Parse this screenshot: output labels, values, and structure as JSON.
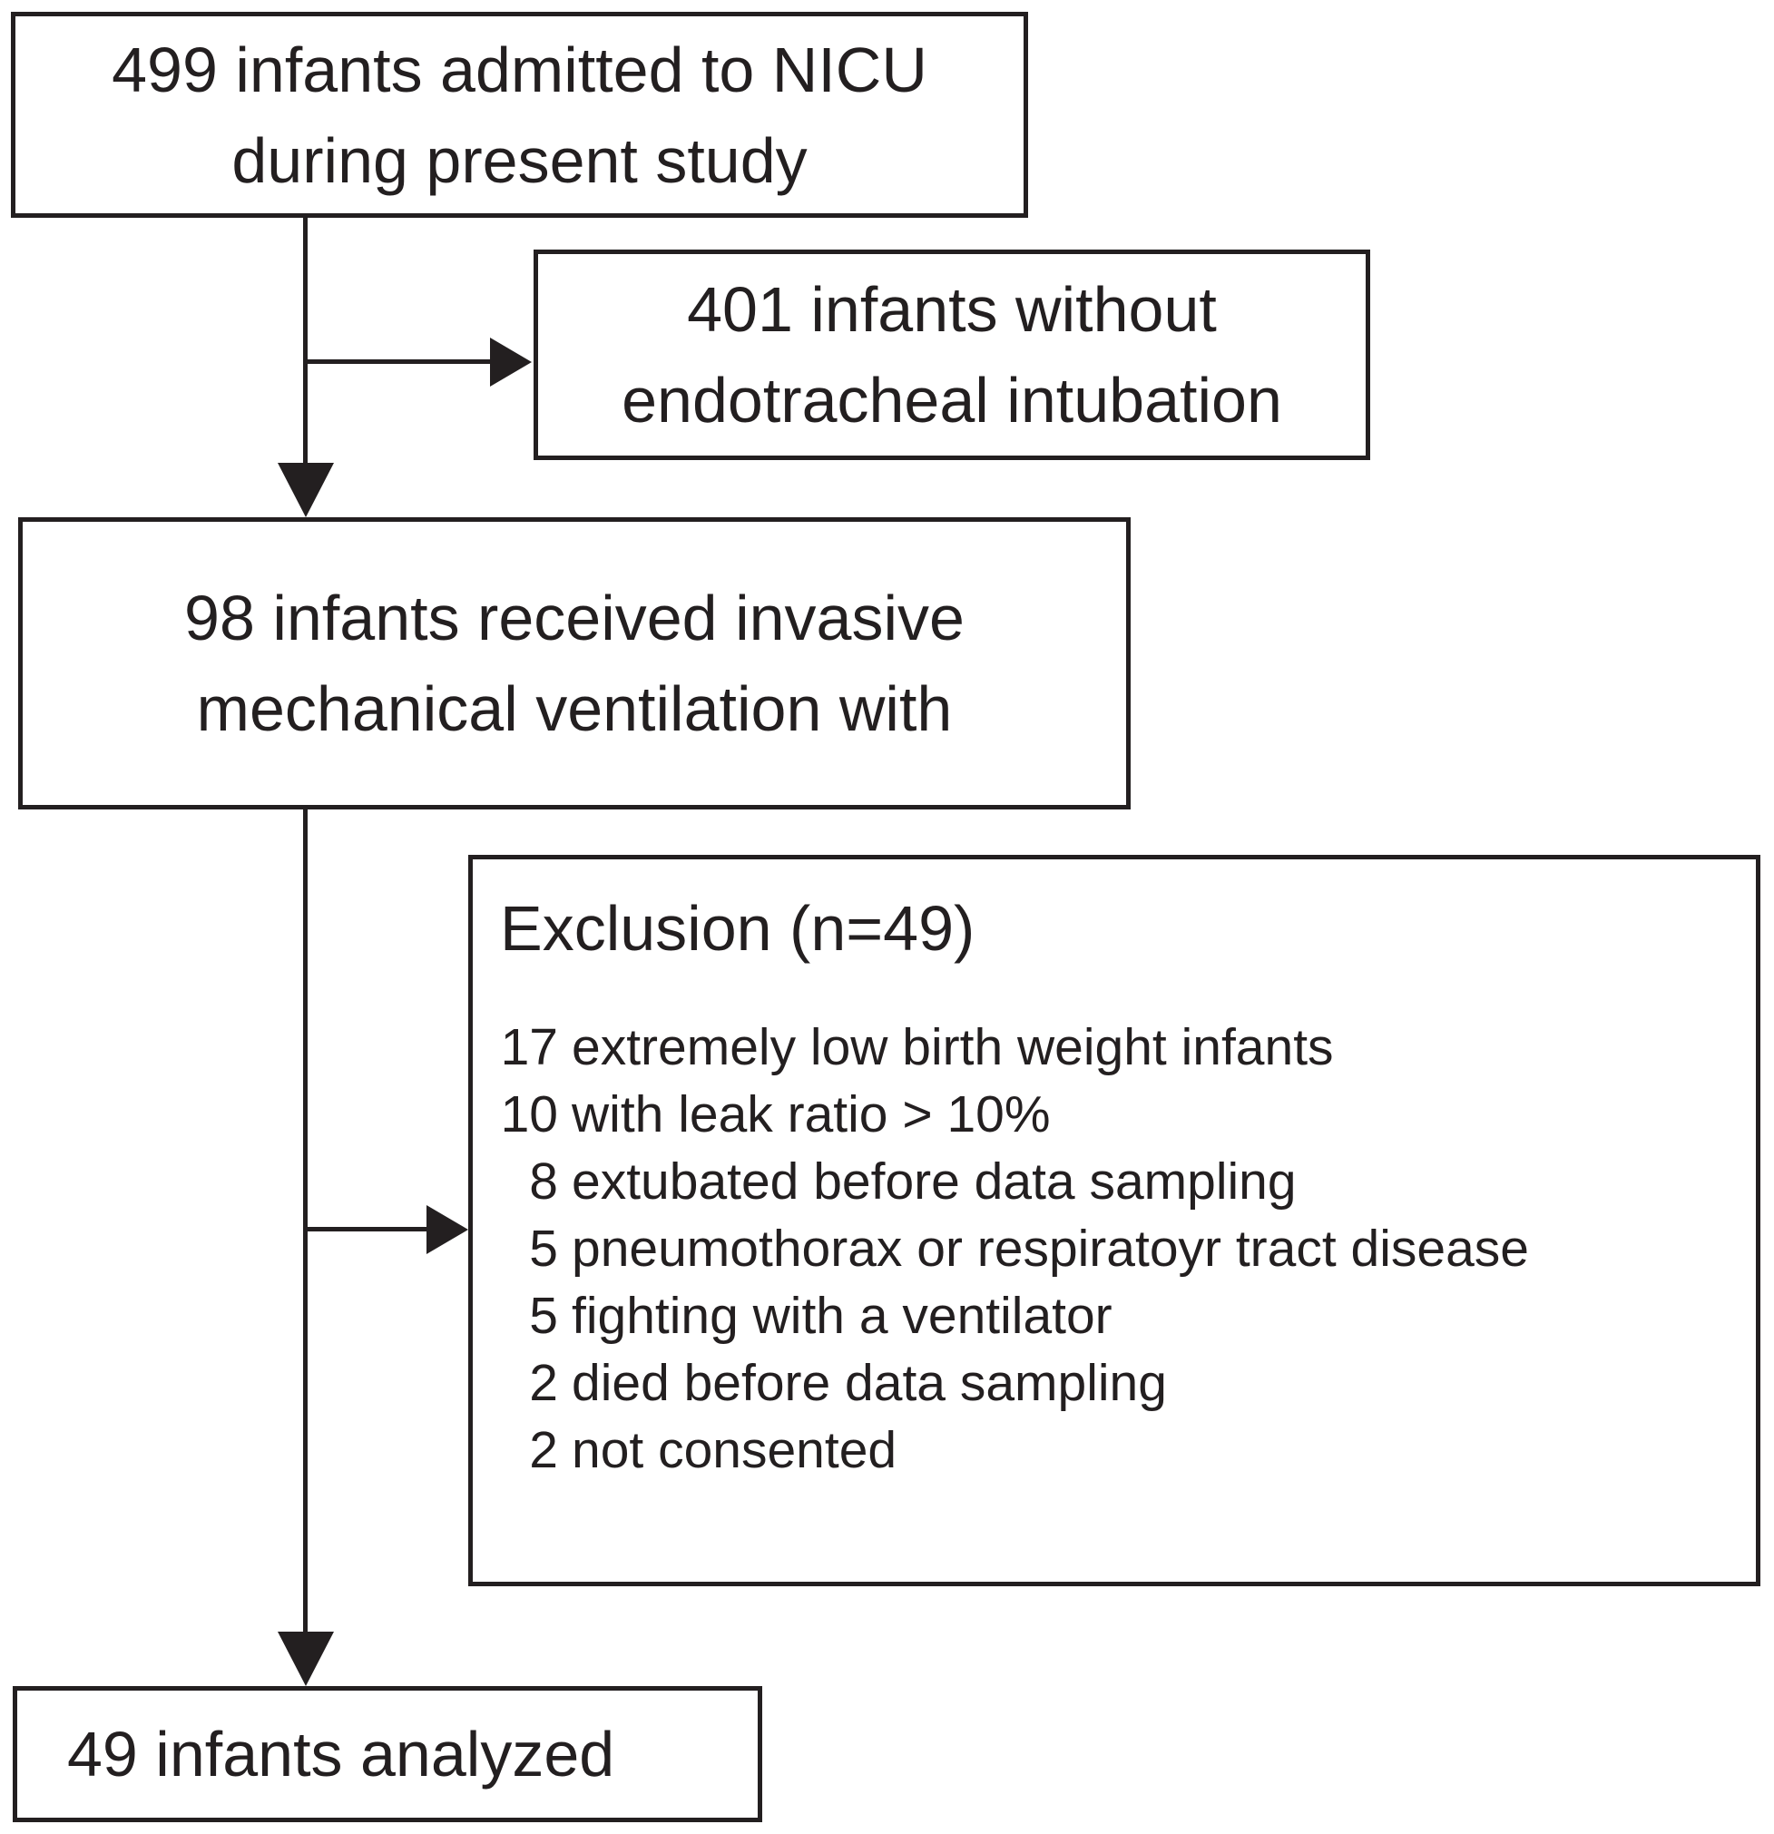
{
  "figure": {
    "background_color": "#ffffff",
    "ink_color": "#231f20",
    "boxes": {
      "admitted": {
        "line1": "499 infants admitted to NICU",
        "line2": "during present study"
      },
      "no_intubation": {
        "line1": "401 infants without",
        "line2": "endotracheal intubation"
      },
      "ventilated": {
        "line1": "98 infants received invasive",
        "line2": "mechanical ventilation with"
      },
      "exclusion": {
        "title": "Exclusion (n=49)",
        "items": [
          {
            "count": "17",
            "reason": "extremely low birth weight infants"
          },
          {
            "count": "10",
            "reason": "with leak ratio > 10%"
          },
          {
            "count": "8",
            "reason": "extubated before data sampling"
          },
          {
            "count": "5",
            "reason": "pneumothorax or respiratoyr tract disease"
          },
          {
            "count": "5",
            "reason": "fighting with a ventilator"
          },
          {
            "count": "2",
            "reason": "died before data sampling"
          },
          {
            "count": "2",
            "reason": "not consented"
          }
        ]
      },
      "analyzed": {
        "text": "49 infants analyzed"
      }
    }
  }
}
